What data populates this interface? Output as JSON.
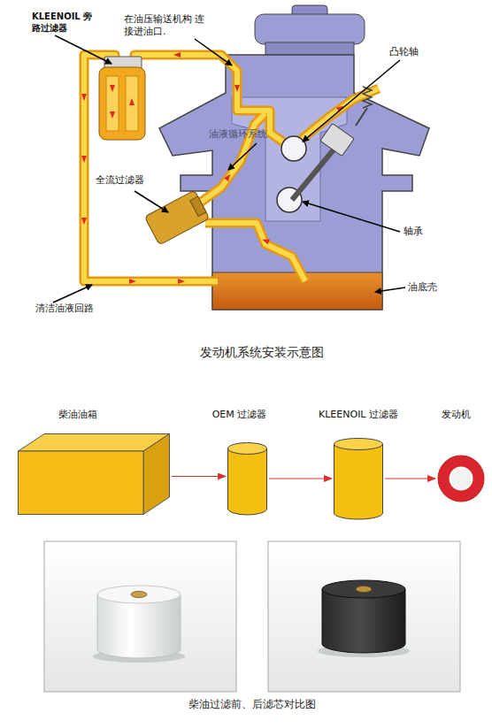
{
  "diagram": {
    "caption": "柴油过滤前、后滤芯对比图",
    "nodes": [
      {
        "text": [
          "柴油油箱"
        ]
      },
      {
        "text": [
          "OEM 过滤器"
        ]
      },
      {
        "text": [
          "KLEENOIL 过滤器"
        ]
      },
      {
        "text": [
          "发动机"
        ]
      }
    ],
    "edges": [
      {
        "from": 0,
        "to": 1,
        "arrow": "to"
      },
      {
        "from": 1,
        "to": 2,
        "arrow": "to"
      },
      {
        "from": 2,
        "to": 3,
        "arrow": "to"
      }
    ],
    "labels": [
      "KLEENOIL 旁路过滤器",
      "在油压输送机构 连接进油口.",
      "凸轮轴",
      "油液循环系统",
      "全流过滤器",
      "轴承",
      "油底壳",
      "清洁油液回路",
      "发动机系统安装示意图"
    ]
  }
}
